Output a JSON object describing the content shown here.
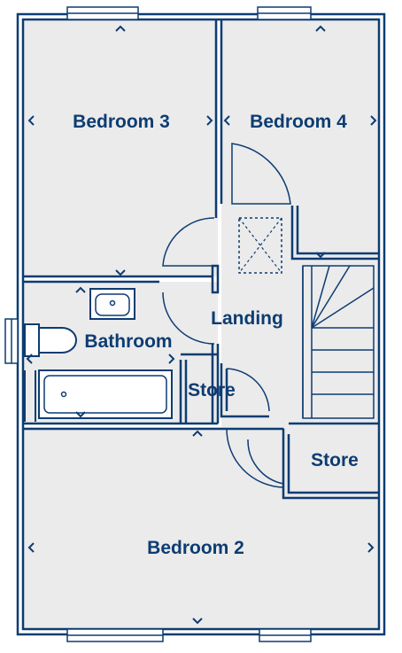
{
  "rooms": {
    "bedroom3": "Bedroom 3",
    "bedroom4": "Bedroom 4",
    "landing": "Landing",
    "bathroom": "Bathroom",
    "store_small": "Store",
    "store_right": "Store",
    "bedroom2": "Bedroom 2"
  },
  "colors": {
    "wall": "#0d3c72",
    "floor": "#ebebeb",
    "background": "#ffffff"
  },
  "icons": [
    "loft-hatch-icon",
    "wash-basin-icon",
    "toilet-icon",
    "bathtub-icon",
    "staircase-icon",
    "dimension-arrow-icon"
  ]
}
